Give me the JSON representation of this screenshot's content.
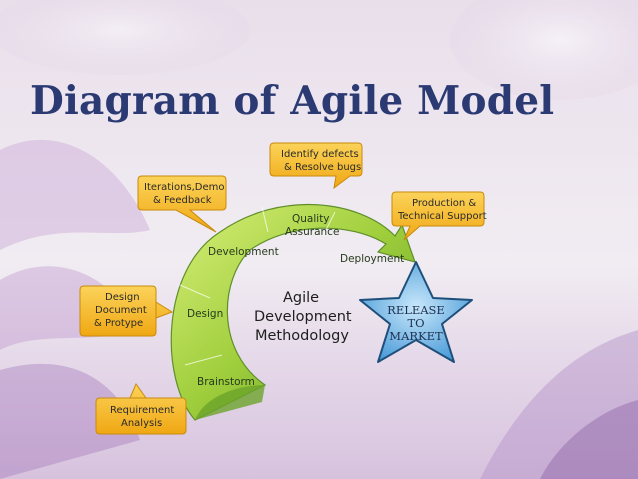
{
  "title": "Diagram of Agile Model",
  "center": {
    "line1": "Agile",
    "line2": "Development",
    "line3": "Methodology"
  },
  "phases": {
    "brainstorm": "Brainstorm",
    "design": "Design",
    "development": "Development",
    "quality_line1": "Quality",
    "quality_line2": "Assurance",
    "deployment": "Deployment"
  },
  "callouts": {
    "requirement_line1": "Requirement",
    "requirement_line2": "Analysis",
    "design_doc_line1": "Design",
    "design_doc_line2": "Document",
    "design_doc_line3": "& Protype",
    "iterations_line1": "Iterations,Demo",
    "iterations_line2": "& Feedback",
    "defects_line1": "Identify defects",
    "defects_line2": "& Resolve bugs",
    "production_line1": "Production &",
    "production_line2": "Technical Support"
  },
  "release": {
    "line1": "RELEASE",
    "line2": "TO",
    "line3": "MARKET"
  },
  "colors": {
    "title": "#2b3a73",
    "arrow_light": "#c5e35a",
    "arrow_dark": "#4d8a1f",
    "callout_fill": "#f4b522",
    "star_fill": "#6fb6e6",
    "star_stroke": "#1e4f7a"
  }
}
